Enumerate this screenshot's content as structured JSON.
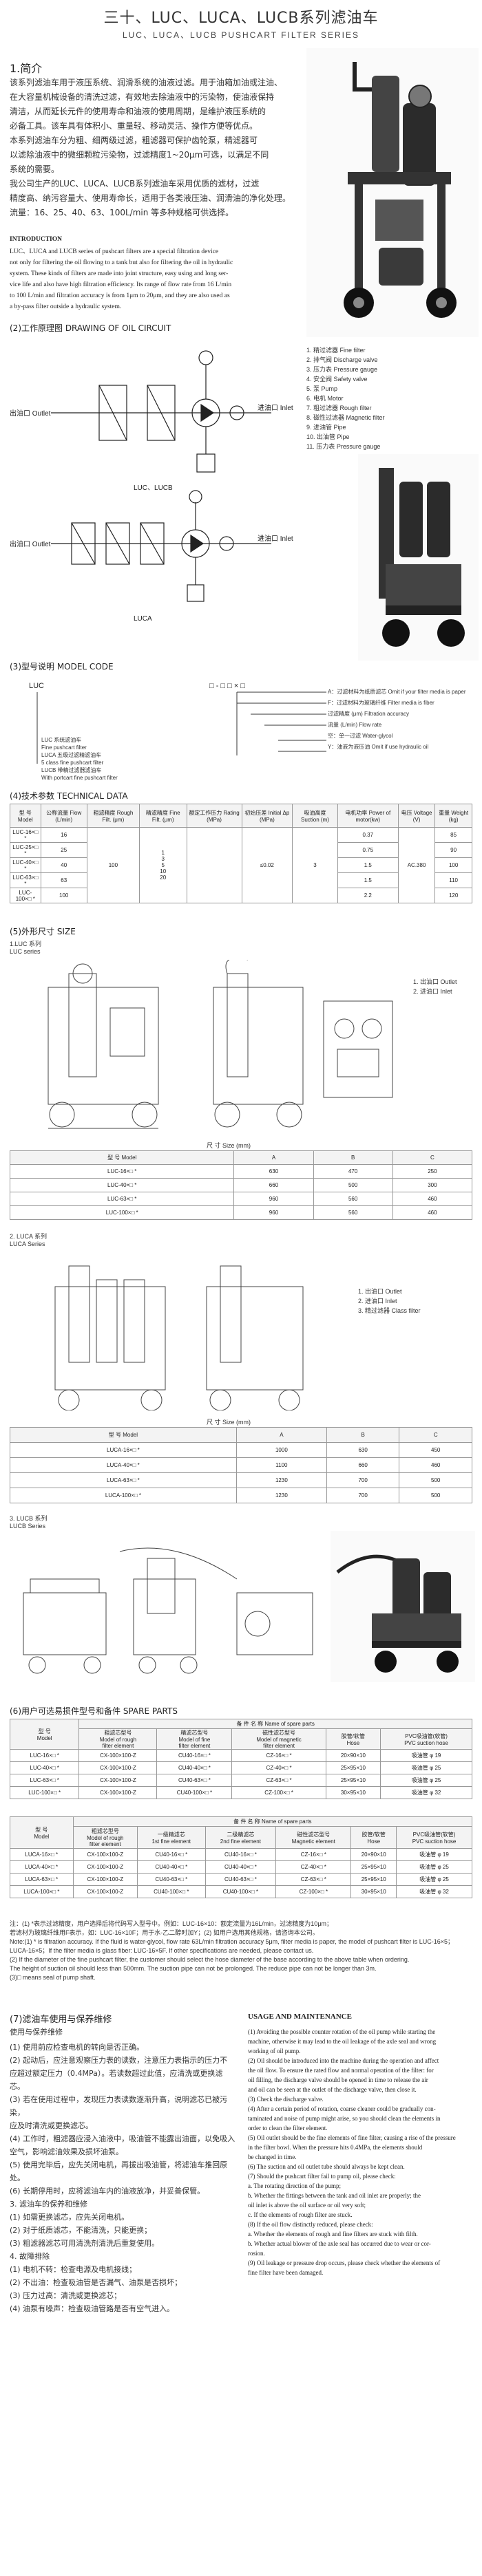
{
  "header": {
    "title": "三十、LUC、LUCA、LUCB系列滤油车",
    "subtitle": "LUC、LUCA、LUCB PUSHCART FILTER SERIES"
  },
  "intro": {
    "heading": "1.简介",
    "cn_lines": [
      "该系列滤油车用于液压系统、润滑系统的油液过滤。用于油箱加油或注油、",
      "在大容量机械设备的清洗过滤，有效地去除油液中的污染物，使油液保持",
      "清洁，从而延长元件的使用寿命和油液的使用周期，是维护液压系统的",
      "必备工具。该车具有体积小、重量轻、移动灵活、操作方便等优点。",
      "本系列滤油车分为粗、细两级过滤，粗滤器可保护齿轮泵，精滤器可",
      "以滤除油液中的微细颗粒污染物，过滤精度1~20μm可选，以满足不同",
      "系统的需要。",
      "我公司生产的LUC、LUCA、LUCB系列滤油车采用优质的滤材，过滤",
      "精度高、纳污容量大、使用寿命长，适用于各类液压油、润滑油的净化处理。",
      "流量：16、25、40、63、100L/min 等多种规格可供选择。"
    ],
    "en_heading": "INTRODUCTION",
    "en_lines": [
      "LUC、LUCA and LUCB series of pushcart filters are a special filtration device",
      "not only for filtering the oil flowing to a tank but also for filtering the oil in hydraulic",
      "system. These kinds of filters are made into joint structure, easy using and long ser-",
      "vice life and also have high filtration efficiency. Its range of flow rate from 16 L/min",
      "to 100 L/min and filtration accuracy is from 1μm to 20μm, and they are also used as",
      "a by-pass filter outside a hydraulic system."
    ]
  },
  "drawing": {
    "heading": "(2)工作原理图 DRAWING OF OIL CIRCUIT",
    "outlet": "出油口 Outlet",
    "inlet": "进油口 Inlet",
    "label_top": "LUC、LUCB",
    "label_bottom": "LUCA",
    "legend": [
      "1. 精过滤器   Fine filter",
      "2. 排气阀   Discharge valve",
      "3. 压力表   Pressure gauge",
      "4. 安全阀   Safety valve",
      "5. 泵   Pump",
      "6. 电机   Motor",
      "7. 粗过滤器   Rough filter",
      "8. 磁性过滤器   Magnetic filter",
      "9. 进油管   Pipe",
      "10. 出油管   Pipe",
      "11. 压力表   Pressure gauge"
    ]
  },
  "model_code": {
    "heading": "(3)型号说明 MODEL CODE",
    "prefix": "LUC",
    "mid": "□ - □ □ × □",
    "right_notes": [
      "A：过滤材料为纸质滤芯  Omit if your filter media is paper",
      "F：过滤材料为玻璃纤维  Filter media is fiber",
      "过滤精度 (μm)  Filtration accuracy",
      "流量 (L/min)  Flow rate",
      "空：单一过滤  Water-glycol",
      "Y：油液为液压油  Omit if use hydraulic oil"
    ],
    "left_notes": [
      "LUC  系统滤油车",
      "Fine pushcart filter",
      "LUCA  五级过滤精滤油车",
      "5 class fine pushcart filter",
      "LUCB  带精过滤器滤油车",
      "With portcart fine pushcart filter"
    ]
  },
  "tech": {
    "heading": "(4)技术参数 TECHNICAL DATA",
    "headers": [
      "型 号\nModel",
      "公称流量\nFlow\n(L/min)",
      "粗滤精度\nRough Filt.\n(μm)",
      "精滤精度\nFine Filt.\n(μm)",
      "额定工作压力\nRating\n(MPa)",
      "初始压差\nInitial Δp\n(MPa)",
      "吸油高度\nSuction\n(m)",
      "电机功率\nPower of\nmotor(kw)",
      "电压\nVoltage\n(V)",
      "重量\nWeight\n(kg)"
    ],
    "rows": [
      [
        "LUC-16×□ *",
        "16",
        "",
        "",
        "",
        "",
        "",
        "0.37",
        "",
        "85"
      ],
      [
        "LUC-25×□ *",
        "25",
        "",
        "",
        "",
        "",
        "",
        "0.75",
        "",
        "90"
      ],
      [
        "LUC-40×□ *",
        "40",
        "",
        "",
        "",
        "",
        "",
        "1.5",
        "",
        "100"
      ],
      [
        "LUC-63×□ *",
        "63",
        "",
        "",
        "",
        "",
        "",
        "1.5",
        "",
        "110"
      ],
      [
        "LUC-100×□ *",
        "100",
        "",
        "",
        "",
        "",
        "",
        "2.2",
        "",
        "120"
      ]
    ],
    "merged_rough": "100",
    "merged_fine": "1\n3\n5\n10\n20",
    "merged_pressure": "≤0.02",
    "merged_suction": "3",
    "merged_voltage": "AC.380"
  },
  "dims": {
    "heading": "(5)外形尺寸 SIZE",
    "sub1": "1.LUC 系列",
    "sub1_en": "LUC series",
    "legend1": [
      "1. 出油口  Outlet",
      "2. 进油口  Inlet"
    ],
    "t1_headers": [
      "型 号\nModel",
      "A",
      "B",
      "C"
    ],
    "t1_caption": "尺 寸  Size (mm)",
    "t1_rows": [
      [
        "LUC-16×□ *",
        "630",
        "470",
        "250"
      ],
      [
        "LUC-40×□ *",
        "660",
        "500",
        "300"
      ],
      [
        "LUC-63×□ *",
        "960",
        "560",
        "460"
      ],
      [
        "LUC-100×□ *",
        "960",
        "560",
        "460"
      ]
    ],
    "sub2": "2. LUCA 系列",
    "sub2_en": "LUCA Series",
    "legend2": [
      "1. 出油口  Outlet",
      "2. 进油口  Inlet",
      "3. 精过滤器  Class filter"
    ],
    "t2_headers": [
      "型 号\nModel",
      "A",
      "B",
      "C"
    ],
    "t2_caption": "尺 寸  Size (mm)",
    "t2_rows": [
      [
        "LUCA-16×□ *",
        "1000",
        "630",
        "450"
      ],
      [
        "LUCA-40×□ *",
        "1100",
        "660",
        "460"
      ],
      [
        "LUCA-63×□ *",
        "1230",
        "700",
        "500"
      ],
      [
        "LUCA-100×□ *",
        "1230",
        "700",
        "500"
      ]
    ],
    "sub3": "3. LUCB 系列",
    "sub3_en": "LUCB Series"
  },
  "spare": {
    "heading": "(6)用户可选易损件型号和备件 SPARE PARTS",
    "t1_headers": [
      "型 号\nModel",
      "粗滤芯型号\nModel of rough\nfilter element",
      "精滤芯型号\nModel of fine\nfilter element",
      "磁性滤芯型号\nModel of magnetic\nfilter element",
      "胶管/软管\nHose",
      "PVC吸油管(软管)\nPVC suction hose"
    ],
    "t1_group": "备 件 名 称  Name of spare parts",
    "t1_rows": [
      [
        "LUC-16×□ *",
        "CX-100×100-Z",
        "CU40-16×□ *",
        "CZ-16×□ *",
        "20×90×10",
        "吸油管 φ 19"
      ],
      [
        "LUC-40×□ *",
        "CX-100×100-Z",
        "CU40-40×□ *",
        "CZ-40×□ *",
        "25×95×10",
        "吸油管 φ 25"
      ],
      [
        "LUC-63×□ *",
        "CX-100×100-Z",
        "CU40-63×□ *",
        "CZ-63×□ *",
        "25×95×10",
        "吸油管 φ 25"
      ],
      [
        "LUC-100×□ *",
        "CX-100×100-Z",
        "CU40-100×□ *",
        "CZ-100×□ *",
        "30×95×10",
        "吸油管 φ 32"
      ]
    ],
    "t2_group": "备 件 名 称  Name of spare parts",
    "t2_headers": [
      "型 号\nModel",
      "粗滤芯型号\nModel of rough\nfilter element",
      "一级精滤芯\n1st fine element",
      "二级精滤芯\n2nd fine element",
      "磁性滤芯型号\nMagnetic element",
      "胶管/软管\nHose",
      "PVC吸油管(软管)\nPVC suction hose"
    ],
    "t2_rows": [
      [
        "LUCA-16×□ *",
        "CX-100×100-Z",
        "CU40-16×□ *",
        "CU40-16×□ *",
        "CZ-16×□ *",
        "20×90×10",
        "吸油管 φ 19"
      ],
      [
        "LUCA-40×□ *",
        "CX-100×100-Z",
        "CU40-40×□ *",
        "CU40-40×□ *",
        "CZ-40×□ *",
        "25×95×10",
        "吸油管 φ 25"
      ],
      [
        "LUCA-63×□ *",
        "CX-100×100-Z",
        "CU40-63×□ *",
        "CU40-63×□ *",
        "CZ-63×□ *",
        "25×95×10",
        "吸油管 φ 25"
      ],
      [
        "LUCA-100×□ *",
        "CX-100×100-Z",
        "CU40-100×□ *",
        "CU40-100×□ *",
        "CZ-100×□ *",
        "30×95×10",
        "吸油管 φ 32"
      ]
    ],
    "notes": [
      "注：(1) *表示过滤精度，用户选择后将代码写入型号中。例如：LUC-16×10：额定流量为16L/min，过滤精度为10μm；",
      "若滤材为玻璃纤维用F表示，如：LUC-16×10F；用于水-乙二醇时加Y；(2) 如用户选用其他规格，请咨询本公司。",
      "Note:(1) * is filtration accuracy. If the fluid is water-glycol, flow rate 63L/min filtration accuracy 5μm, filter media is paper, the model of pushcart filter is LUC-16×5；",
      "LUCA-16×5；If the filter media is glass fiber: LUC-16×5F. If other specifications are needed, please contact us.",
      "(2) If the diameter of the fine pushcart filter, the customer should select the hose diameter of the base according to the above table when ordering.",
      "The height of suction oil should less than 500mm. The suction pipe can not be prolonged. The reduce pipe can not be longer than 3m.",
      "(3)□ means seal of pump shaft."
    ]
  },
  "usage": {
    "heading": "(7)滤油车使用与保养维修",
    "sub": "使用与保养维修",
    "cn_lines": [
      "(1) 使用前应检查电机的转向是否正确。",
      "(2) 起动后，应注意观察压力表的读数，注意压力表指示的压力不",
      "应超过额定压力（0.4MPa）。若读数超过此值，应清洗或更换滤芯。",
      "(3) 若在使用过程中，发现压力表读数逐渐升高，说明滤芯已被污染，",
      "应及时清洗或更换滤芯。",
      "(4) 工作时，粗滤器应浸入油液中，吸油管不能露出油面，以免吸入",
      "空气，影响滤油效果及损坏油泵。",
      "(5) 使用完毕后，应先关闭电机，再拔出吸油管，将滤油车推回原处。",
      "(6) 长期停用时，应将滤油车内的油液放净，并妥善保管。",
      "3. 滤油车的保养和维修",
      "(1) 如需更换滤芯，应先关闭电机。",
      "(2) 对于纸质滤芯，不能清洗，只能更换；",
      "(3) 粗滤器滤芯可用清洗剂清洗后重复使用。",
      "4. 故障排除",
      "(1) 电机不转：检查电源及电机接线；",
      "(2) 不出油：检查吸油管是否漏气、油泵是否损坏；",
      "(3) 压力过高：清洗或更换滤芯；",
      "(4) 油泵有噪声：检查吸油管路是否有空气进入。"
    ],
    "en_heading": "USAGE AND MAINTENANCE",
    "en_lines": [
      "(1) Avoiding the possible counter rotation of the oil pump while starting the",
      "machine, otherwise it may lead to the oil leakage of the axle seal and wrong",
      "working of oil pump.",
      "(2) Oil should be introduced into the machine during the operation and affect",
      "the oil flow. To ensure the rated flow and normal operation of the filter: for",
      "oil filling, the discharge valve should be opened in time to release the air",
      "and oil can be seen at the outlet of the discharge valve, then close it.",
      "(3) Check the discharge valve.",
      "(4) After a certain period of rotation, coarse cleaner could be gradually con-",
      "taminated and noise of pump might arise, so you should clean the elements in",
      "order to clean the filter element.",
      "(5) Oil outlet should be the fine elements of fine filter, causing a rise of the pressure",
      "in the filter bowl. When the pressure hits 0.4MPa, the elements should",
      "be changed in time.",
      "(6) The suction and oil outlet tube should always be kept clean.",
      "(7) Should the pushcart filter fail to pump oil, please check:",
      "a. The rotating direction of the pump;",
      "b. Whether the fittings between the tank and oil inlet are properly; the",
      "oil inlet is above the oil surface or oil very soft;",
      "c. If the elements of rough filter are stuck.",
      "(8) If the oil flow distinctly reduced, please check:",
      "a. Whether the elements of rough and fine filters are stuck with filth.",
      "b. Whether actual blower of the axle seal has occurred due to wear or cor-",
      "rosion.",
      "(9) Oil leakage or pressure drop occurs, please check whether the elements of",
      "fine filter have been damaged."
    ]
  }
}
